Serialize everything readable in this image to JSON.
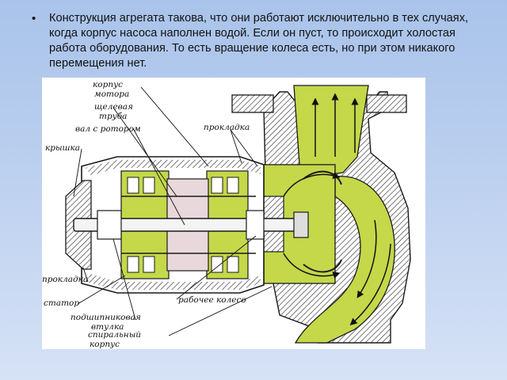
{
  "slide": {
    "bullet_symbol": "•",
    "text": "Конструкция агрегата такова, что они работают исключительно в тех случаях, когда корпус насоса наполнен водой. Если он пуст, то происходит холостая работа оборудования. То есть вращение колеса есть, но при этом никакого перемещения нет."
  },
  "diagram": {
    "labels": {
      "korpus": "корпус",
      "motora": "мотора",
      "shchelevaya": "щелевая",
      "truba": "труба",
      "val_s_rotorom": "вал с ротором",
      "kryshka": "крышка",
      "prokladka_top": "прокладка",
      "prokladka_left": "прокладка",
      "stator": "статор",
      "podshipnikovaya": "подшипниковая",
      "vtulka": "втулка",
      "rabochee_koleso": "рабочее колесо",
      "spiralny": "спиральный",
      "korpus_bottom": "корпус"
    },
    "colors": {
      "water": "#c4d84a",
      "outline": "#1a1a1a",
      "hatch": "#333333",
      "rotor": "#e8d8dc"
    }
  }
}
